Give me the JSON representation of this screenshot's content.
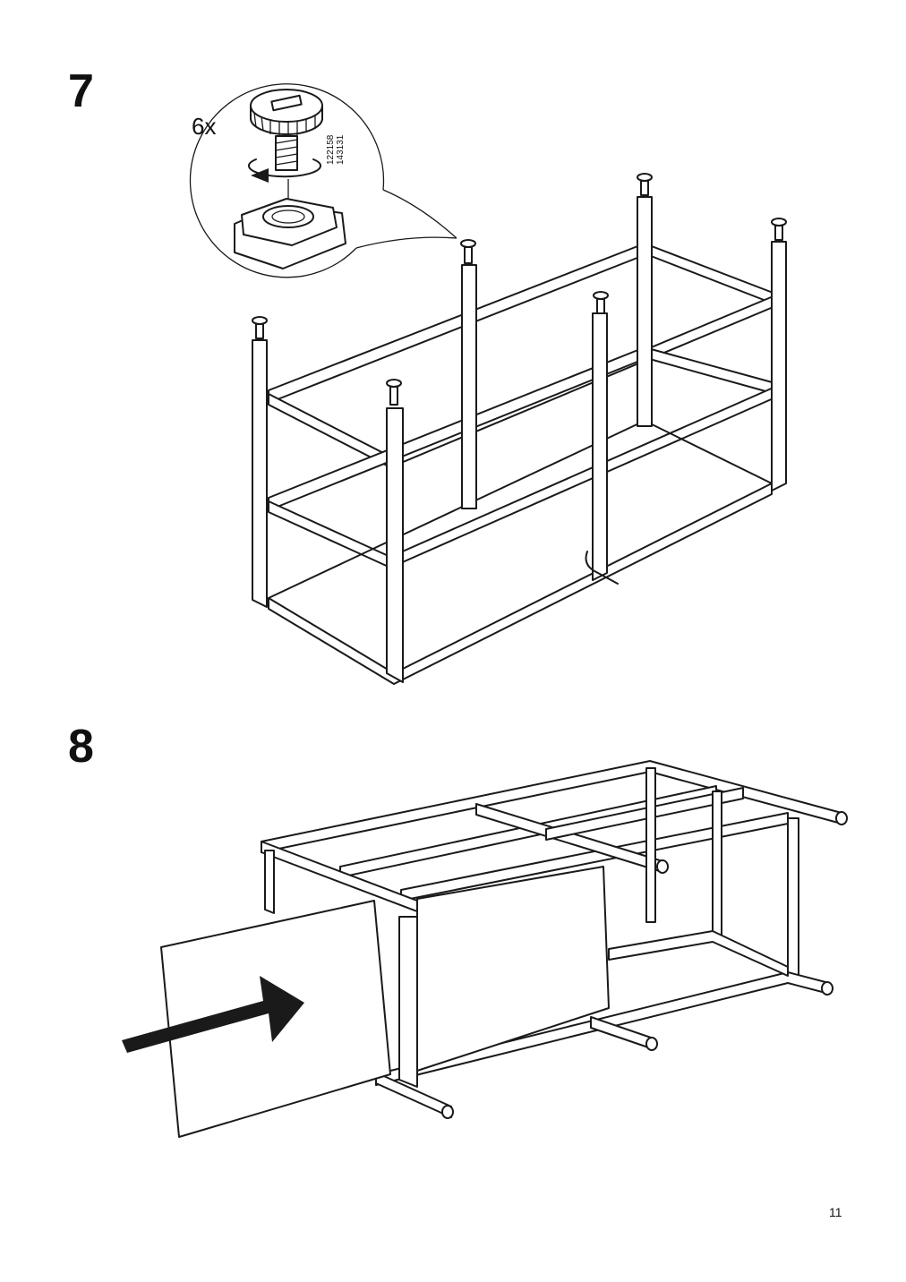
{
  "steps": [
    {
      "number": "7",
      "quantity": "6x",
      "part_numbers": [
        "122158",
        "143131"
      ]
    },
    {
      "number": "8"
    }
  ],
  "page_number": "11"
}
